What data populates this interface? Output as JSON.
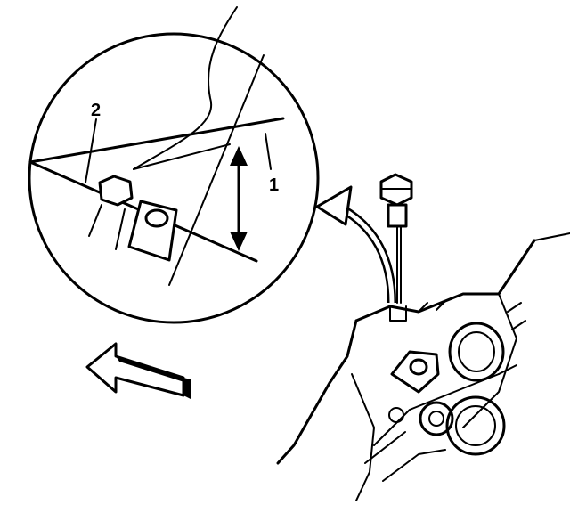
{
  "diagram": {
    "callouts": [
      {
        "id": "1",
        "label": "1"
      },
      {
        "id": "2",
        "label": "2"
      }
    ],
    "colors": {
      "ink": "#000000",
      "paper": "#ffffff"
    },
    "icons": [
      "bolt-icon",
      "direction-arrow-icon",
      "curved-arrow-icon",
      "dimension-arrow-icon"
    ]
  }
}
